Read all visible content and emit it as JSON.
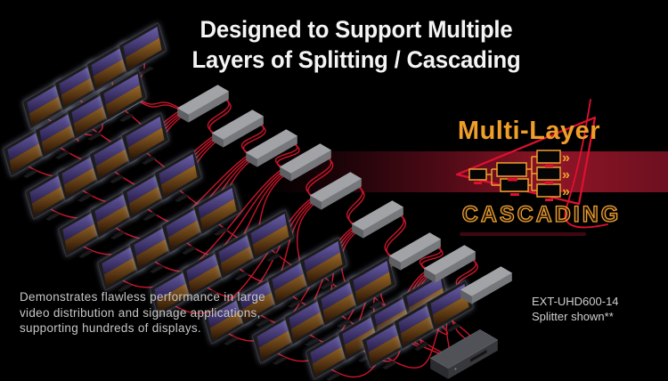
{
  "title": {
    "line1": "Designed to Support Multiple",
    "line2": "Layers of Splitting / Cascading"
  },
  "logo": {
    "title": "Multi-Layer",
    "subtitle": "CASCADING",
    "arrow_glyph": "»"
  },
  "description": {
    "lines": [
      "Demonstrates flawless performance in large",
      "video distribution and signage applications,",
      "supporting hundreds of displays."
    ]
  },
  "product": {
    "model": "EXT-UHD600-14",
    "note": "Splitter shown**"
  },
  "scene": {
    "monitor_count": 39,
    "splitter_count": 10,
    "featured_device_count": 1
  },
  "colors": {
    "background": "#000000",
    "band_dark": "#4e0a16",
    "band_bright": "#8e1526",
    "cable": "#c8152a",
    "accent_red": "#e01030",
    "accent_orange": "#f0a030",
    "title_text": "#f4f4f4",
    "body_text": "#c6c6c6",
    "splitter_top": "#a2a3a7",
    "splitter_front": "#77787c",
    "splitter_end": "#5f6064",
    "device_top": "#515257",
    "device_front": "#37383c",
    "device_end": "#2b2c30",
    "screen_sky": "#6b5fa8",
    "screen_city": "#9a6a28"
  }
}
